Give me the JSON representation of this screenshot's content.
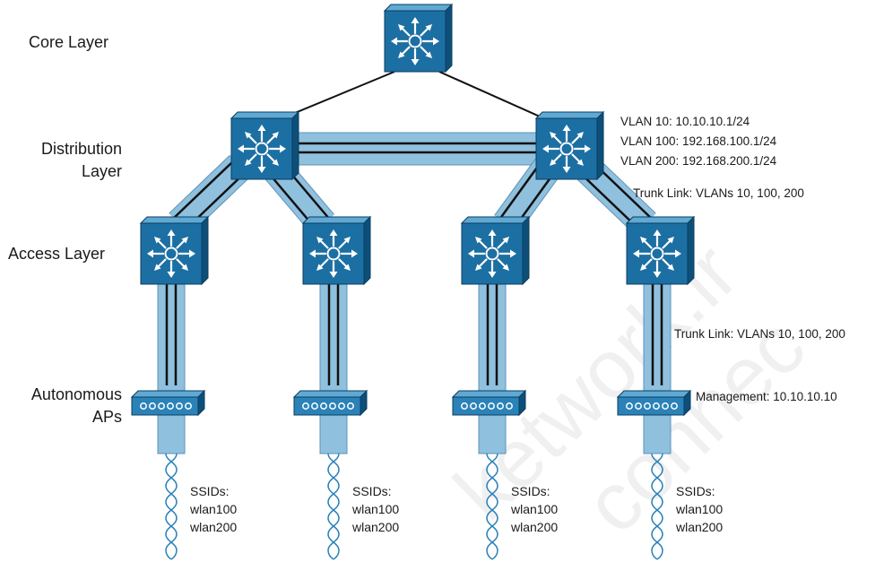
{
  "layers": {
    "core": "Core Layer",
    "distribution_line1": "Distribution",
    "distribution_line2": "Layer",
    "access": "Access Layer",
    "aps_line1": "Autonomous",
    "aps_line2": "APs"
  },
  "annotations": {
    "vlan10": "VLAN 10: 10.10.10.1/24",
    "vlan100": "VLAN 100: 192.168.100.1/24",
    "vlan200": "VLAN 200: 192.168.200.1/24",
    "trunk_upper": "Trunk Link: VLANs 10, 100, 200",
    "trunk_lower": "Trunk Link: VLANs 10, 100, 200",
    "management": "Management: 10.10.10.10"
  },
  "ssids": {
    "title": "SSIDs:",
    "ssid1": "wlan100",
    "ssid2": "wlan200"
  },
  "watermark": {
    "line1": "ketwork.ir",
    "line2": "connec"
  },
  "colors": {
    "switch_front": "#1c6fa3",
    "switch_top": "#5fa9d4",
    "switch_side": "#0e4f7a",
    "trunk_fill": "#8fc0de",
    "trunk_edge": "#5d93b8",
    "ap_front": "#2a82b8"
  }
}
